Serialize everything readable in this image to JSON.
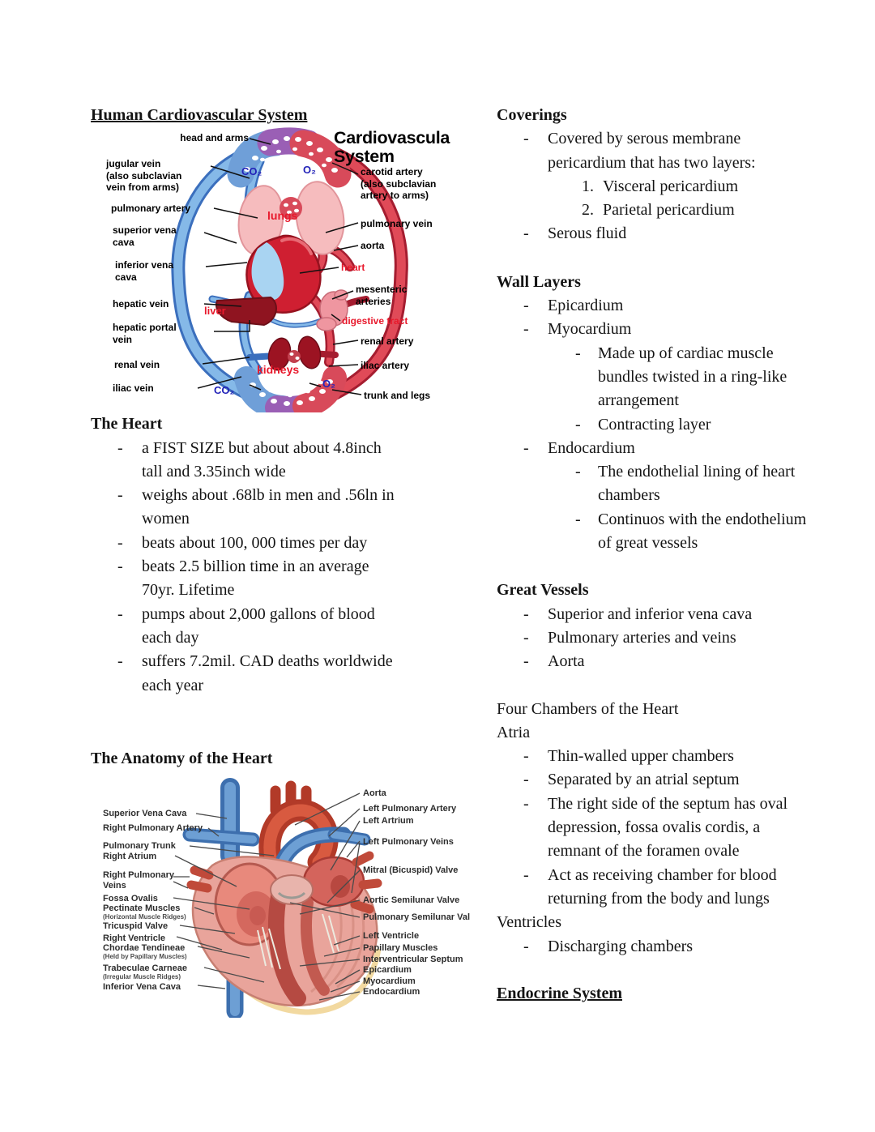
{
  "colors": {
    "artery_red": "#d6283c",
    "vein_blue": "#7fb3e3",
    "figure_label_red": "#e8192c",
    "figure_label_blue": "#2222b8",
    "text": "#141414"
  },
  "left": {
    "title": "Human Cardiovascular System",
    "heart": {
      "heading": "The Heart",
      "bullets": [
        "a FIST SIZE but about about 4.8inch\ntall and 3.35inch wide",
        "weighs about .68lb in men and .56ln in\nwomen",
        "beats about 100, 000 times per day",
        "beats 2.5 billion time in an average\n70yr. Lifetime",
        "pumps about 2,000 gallons of blood\neach day",
        "suffers 7.2mil. CAD deaths worldwide\neach year"
      ]
    },
    "anatomy_heading": "The Anatomy of the Heart"
  },
  "right": {
    "coverings": {
      "heading": "Coverings",
      "b1": "Covered by serous membrane\npericardium that has two layers:",
      "nums": [
        "Visceral pericardium",
        "Parietal pericardium"
      ],
      "b2": "Serous fluid"
    },
    "wall": {
      "heading": "Wall Layers",
      "epicardium": "Epicardium",
      "myocardium": "Myocardium",
      "myo_sub1": "Made up of cardiac muscle\nbundles twisted in a ring-like\narrangement",
      "myo_sub2": "Contracting layer",
      "endocardium": "Endocardium",
      "endo_sub1": "The endothelial lining of heart\nchambers",
      "endo_sub2": "Continuos with the endothelium\nof great vessels"
    },
    "vessels": {
      "heading": "Great Vessels",
      "items": [
        "Superior and inferior vena cava",
        "Pulmonary arteries and veins",
        "Aorta"
      ]
    },
    "chambers": {
      "heading": "Four Chambers of the Heart",
      "atria_heading": "Atria",
      "atria_items": [
        "Thin-walled upper chambers",
        "Separated by an atrial septum",
        "The right side of the septum has oval\ndepression, fossa ovalis cordis, a\nremnant of the foramen ovale",
        "Act as receiving chamber for blood\nreturning from the body and lungs"
      ],
      "ventricles_heading": "Ventricles",
      "ventricles_items": [
        "Discharging chambers"
      ]
    },
    "endocrine_heading": "Endocrine System"
  },
  "d1": {
    "title": "Cardiovascula\nSystem",
    "head_arms": "head and arms",
    "jugular": "jugular vein\n(also subclavian\nvein from arms)",
    "pulm_artery": "pulmonary artery",
    "svc": "superior vena\ncava",
    "ivc": "inferior vena\ncava",
    "hepatic_vein": "hepatic vein",
    "hepatic_portal": "hepatic portal\nvein",
    "renal_vein": "renal vein",
    "iliac_vein": "iliac vein",
    "carotid": "carotid artery\n(also subclavian\nartery to arms)",
    "pulm_vein": "pulmonary vein",
    "aorta": "aorta",
    "heart": "heart",
    "mesenteric": "mesenteric\narteries",
    "digestive": "digestive tract",
    "renal_artery": "renal artery",
    "iliac_artery": "iliac artery",
    "trunk_legs": "trunk and legs",
    "lungs": "lungs",
    "liver": "liver",
    "kidneys": "kidneys",
    "co2_top": "CO₂",
    "o2_top": "O₂",
    "co2_bot": "CO₂",
    "o2_bot": "O₂"
  },
  "d2": {
    "svc": "Superior Vena Cava",
    "rpa": "Right Pulmonary Artery",
    "ptrunk": "Pulmonary Trunk",
    "ratrium": "Right Atrium",
    "rpv": "Right Pulmonary\nVeins",
    "fossa": "Fossa Ovalis",
    "pectinate": "Pectinate Muscles",
    "pectinate_sub": "(Horizontal Muscle Ridges)",
    "tricuspid": "Tricuspid Valve",
    "rventricle": "Right Ventricle",
    "chordae": "Chordae Tendineae",
    "chordae_sub": "(Held by Papillary Muscles)",
    "trabeculae": "Trabeculae Carneae",
    "trabeculae_sub": "(Irregular Muscle Ridges)",
    "ivc": "Inferior Vena Cava",
    "aorta": "Aorta",
    "lpa": "Left Pulmonary Artery",
    "latrium": "Left Artrium",
    "lpv": "Left Pulmonary Veins",
    "mitral": "Mitral (Bicuspid) Valve",
    "aortic_valve": "Aortic Semilunar Valve",
    "pulm_valve": "Pulmonary Semilunar Val",
    "lventricle": "Left Ventricle",
    "papillary": "Papillary Muscles",
    "septum": "Interventricular Septum",
    "epicardium": "Epicardium",
    "myocardium": "Myocardium",
    "endocardium": "Endocardium"
  }
}
